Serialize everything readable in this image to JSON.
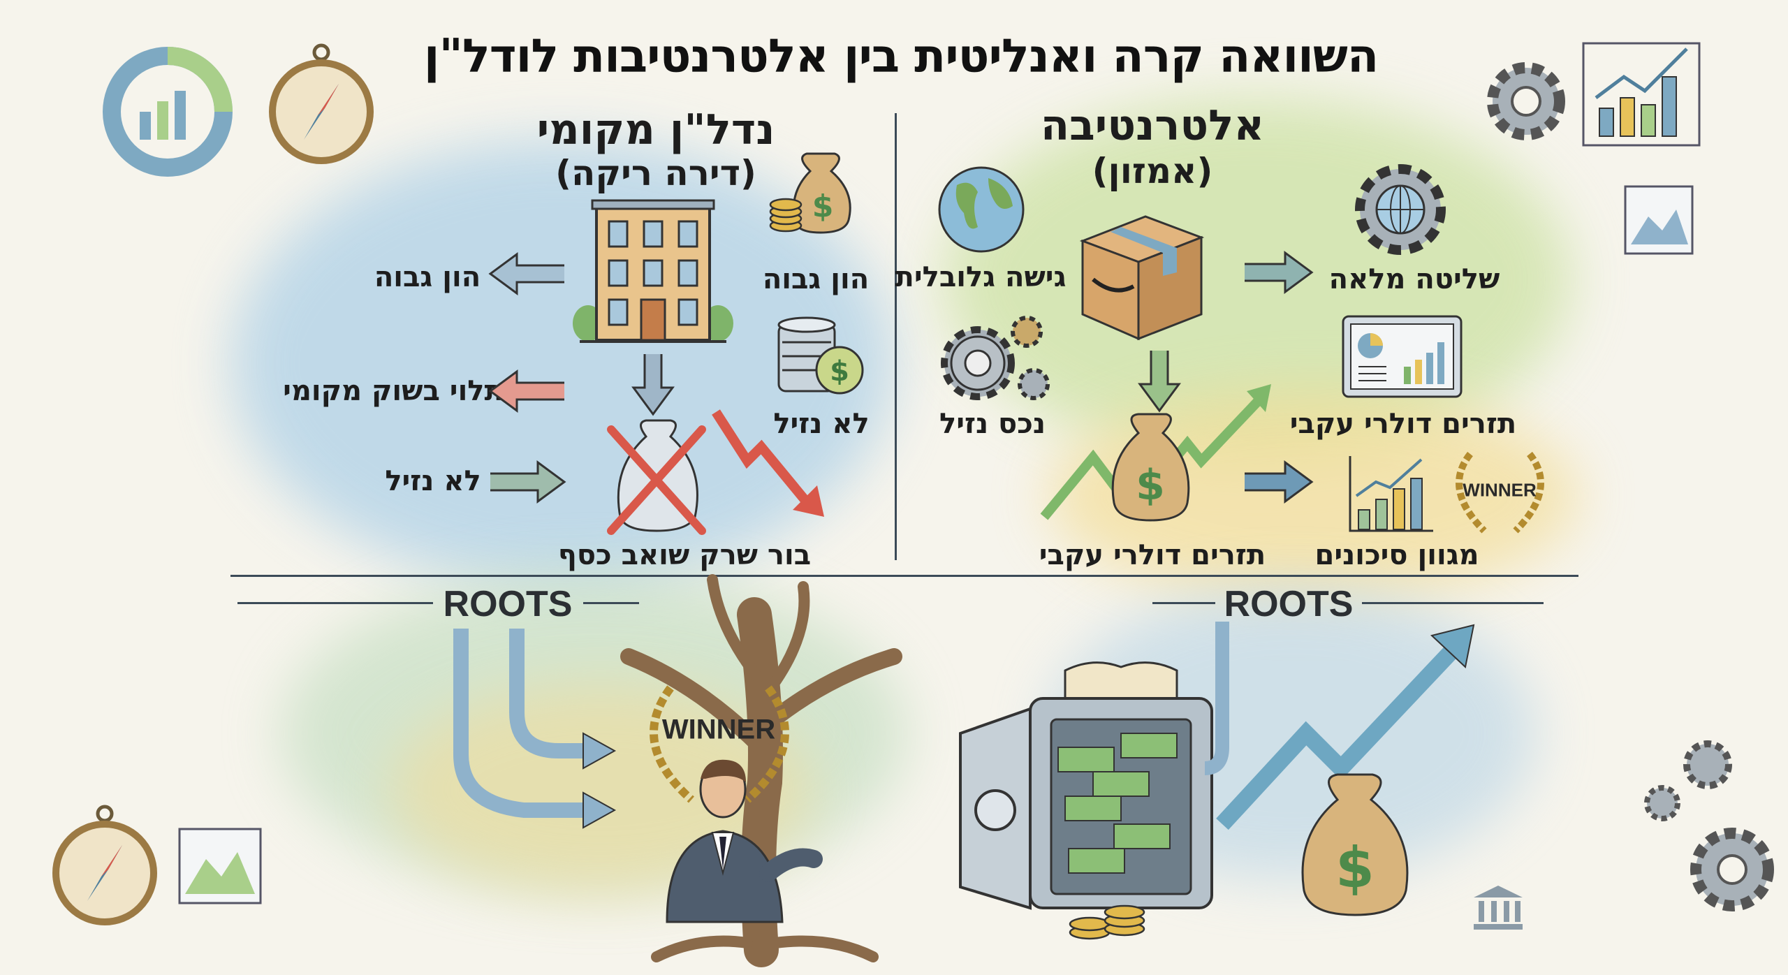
{
  "title": "השוואה קרה ואנליטית בין אלטרנטיבות לודל\"ן",
  "left_panel": {
    "heading": "נדל\"ן מקומי",
    "subheading": "(דירה ריקה)",
    "labels": {
      "high_capital_left": "הון גבוה",
      "local_market": "תלוי בשוק מקומי",
      "illiquid_left": "לא נזיל",
      "high_capital_right": "הון גבוה",
      "illiquid_right": "לא נזיל",
      "money_pit": "בור שרק שואב כסף"
    }
  },
  "right_panel": {
    "heading": "אלטרנטיבה",
    "subheading": "(אמזון)",
    "labels": {
      "global_access": "גישה גלובלית",
      "full_control": "שליטה מלאה",
      "liquid_asset": "נכס נזיל",
      "steady_cashflow_right": "תזרים דולרי עקבי",
      "steady_cashflow_bottom": "תזרים דולרי עקבי",
      "risk_diversification": "מגוון סיכונים"
    }
  },
  "roots_label_left": "ROOTS",
  "roots_label_right": "ROOTS",
  "winner_badge_small": "WINNER",
  "winner_badge_large": "WINNER",
  "colors": {
    "blue_wash": "#a9cde3",
    "green_wash": "#c6dc9c",
    "yellow_wash": "#f1d98c",
    "red_arrow": "#d9584a",
    "green_arrow": "#6fae55",
    "ink": "#1d1d1d"
  }
}
